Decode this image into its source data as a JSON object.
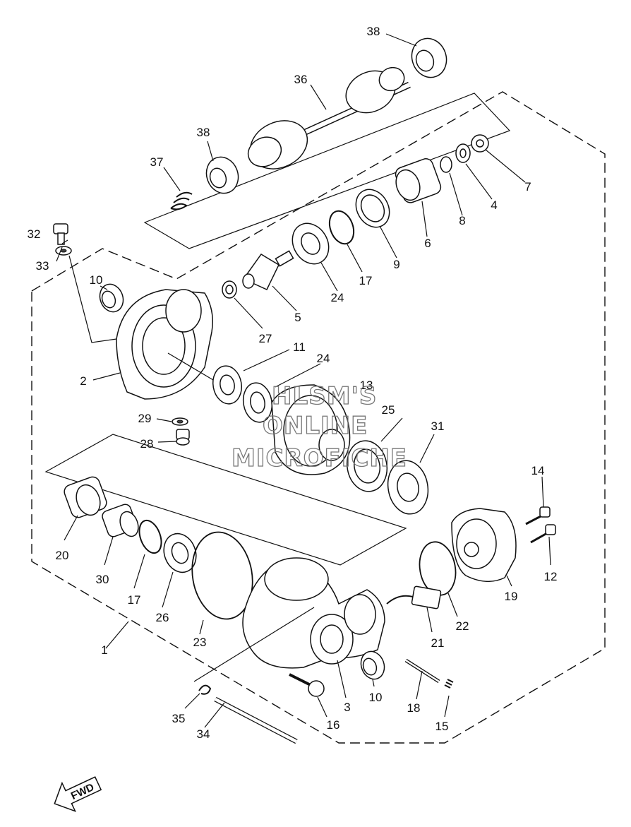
{
  "diagram": {
    "callouts": [
      {
        "id": "c38a",
        "text": "38"
      },
      {
        "id": "c36",
        "text": "36"
      },
      {
        "id": "c38b",
        "text": "38"
      },
      {
        "id": "c37",
        "text": "37"
      },
      {
        "id": "c7",
        "text": "7"
      },
      {
        "id": "c4",
        "text": "4"
      },
      {
        "id": "c8",
        "text": "8"
      },
      {
        "id": "c6",
        "text": "6"
      },
      {
        "id": "c9",
        "text": "9"
      },
      {
        "id": "c17a",
        "text": "17"
      },
      {
        "id": "c24a",
        "text": "24"
      },
      {
        "id": "c5",
        "text": "5"
      },
      {
        "id": "c27",
        "text": "27"
      },
      {
        "id": "c32",
        "text": "32"
      },
      {
        "id": "c33",
        "text": "33"
      },
      {
        "id": "c10a",
        "text": "10"
      },
      {
        "id": "c2",
        "text": "2"
      },
      {
        "id": "c11",
        "text": "11"
      },
      {
        "id": "c24b",
        "text": "24"
      },
      {
        "id": "c13",
        "text": "13"
      },
      {
        "id": "c25",
        "text": "25"
      },
      {
        "id": "c31",
        "text": "31"
      },
      {
        "id": "c29",
        "text": "29"
      },
      {
        "id": "c28",
        "text": "28"
      },
      {
        "id": "c14",
        "text": "14"
      },
      {
        "id": "c12",
        "text": "12"
      },
      {
        "id": "c19",
        "text": "19"
      },
      {
        "id": "c20",
        "text": "20"
      },
      {
        "id": "c30",
        "text": "30"
      },
      {
        "id": "c17b",
        "text": "17"
      },
      {
        "id": "c26",
        "text": "26"
      },
      {
        "id": "c23",
        "text": "23"
      },
      {
        "id": "c22",
        "text": "22"
      },
      {
        "id": "c21",
        "text": "21"
      },
      {
        "id": "c1",
        "text": "1"
      },
      {
        "id": "c3",
        "text": "3"
      },
      {
        "id": "c10b",
        "text": "10"
      },
      {
        "id": "c18",
        "text": "18"
      },
      {
        "id": "c15",
        "text": "15"
      },
      {
        "id": "c16",
        "text": "16"
      },
      {
        "id": "c35",
        "text": "35"
      },
      {
        "id": "c34",
        "text": "34"
      }
    ],
    "watermark": [
      "HLSM'S",
      "ONLINE",
      "MICROFICHE"
    ],
    "fwd_label": "FWD"
  }
}
